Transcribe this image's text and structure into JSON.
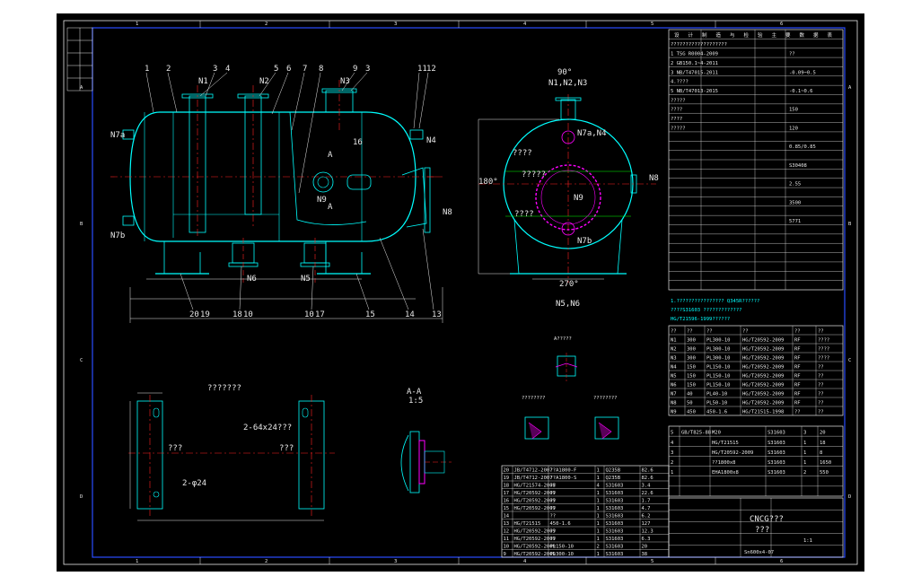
{
  "border": {
    "column_numbers": [
      "1",
      "2",
      "3",
      "4",
      "5",
      "6"
    ],
    "row_letters": [
      "A",
      "B",
      "C",
      "D"
    ]
  },
  "front_view": {
    "parts_top": [
      "1",
      "2",
      "3",
      "4",
      "5",
      "6",
      "7",
      "8",
      "9",
      "3",
      "11",
      "12"
    ],
    "nozzles_top": [
      "N1",
      "N2",
      "N3"
    ],
    "left_labels": [
      "N7a",
      "N7b"
    ],
    "right_labels": [
      "N4",
      "N8"
    ],
    "mid_labels": [
      "16",
      "N9",
      "A",
      "A"
    ],
    "bottom_labels": [
      "N6",
      "N5"
    ],
    "parts_bottom": [
      "20",
      "19",
      "18",
      "10",
      "10",
      "17",
      "15",
      "14",
      "13"
    ]
  },
  "side_view": {
    "top_angle": "90°",
    "top_nozzles": "N1,N2,N3",
    "left_angle": "180°",
    "bottom_angle": "270°",
    "bottom_nozzles": "N5,N6",
    "inner_labels": [
      "N7a,N4",
      "N9",
      "N7b",
      "N8"
    ],
    "question_labels": [
      "????",
      "?????",
      "????"
    ]
  },
  "saddle_view": {
    "title": "???????",
    "hole_note": "2-64x24???",
    "hole_note2": "2-φ24",
    "center_marks": [
      "???",
      "???"
    ]
  },
  "section_aa": {
    "title": "A-A",
    "scale": "1:5"
  },
  "weld_details": {
    "a_title": "A?????",
    "b_title": "????????",
    "c_title": "????????"
  },
  "tech_table": {
    "header": [
      "设",
      "计",
      "制",
      "造",
      "与",
      "检",
      "验",
      "主",
      "要",
      "数",
      "据",
      "表"
    ],
    "rows": [
      "???????????????????",
      "1 TSG R0004-2009",
      "2 GB150.1~4-2011",
      "3 NB/T47015-2011",
      "4.????",
      "5 NB/T47013-2015",
      "?????",
      "????",
      "????",
      "?????"
    ],
    "values": [
      "??",
      "-0.09~0.5",
      "-0.1~0.6",
      "150",
      "120",
      "0.85/0.85",
      "S30408",
      "2.55",
      "3500",
      "5771"
    ]
  },
  "notes": {
    "line1": "1.???????????????? Q345R??????",
    "line2": "????S31603 ?????????????",
    "line3": "HG/T21596-1999??????"
  },
  "nozzle_table": {
    "header": [
      "??",
      "??",
      "??",
      "??",
      "??",
      "??"
    ],
    "rows": [
      [
        "N1",
        "300",
        "PL300-10",
        "HG/T20592-2009",
        "RF",
        "????"
      ],
      [
        "N2",
        "300",
        "PL300-10",
        "HG/T20592-2009",
        "RF",
        "????"
      ],
      [
        "N3",
        "300",
        "PL300-10",
        "HG/T20592-2009",
        "RF",
        "????"
      ],
      [
        "N4",
        "150",
        "PL150-10",
        "HG/T20592-2009",
        "RF",
        "??"
      ],
      [
        "N5",
        "150",
        "PL150-10",
        "HG/T20592-2009",
        "RF",
        "??"
      ],
      [
        "N6",
        "150",
        "PL150-10",
        "HG/T20592-2009",
        "RF",
        "??"
      ],
      [
        "N7",
        "40",
        "PL40-10",
        "HG/T20592-2009",
        "RF",
        "??"
      ],
      [
        "N8",
        "50",
        "PL50-10",
        "HG/T20592-2009",
        "RF",
        "??"
      ],
      [
        "N9",
        "450",
        "450-1.6",
        "HG/T21515-1998",
        "??",
        "??"
      ]
    ]
  },
  "bom_right": {
    "rows": [
      [
        "5",
        "GB/T825-88",
        "M20",
        "S31603",
        "3",
        "20"
      ],
      [
        "4",
        "",
        "HG/T21515",
        "S31603",
        "1",
        "18"
      ],
      [
        "3",
        "",
        "HG/T20592-2009",
        "S31603",
        "1",
        "8"
      ],
      [
        "2",
        "",
        "??1800x8",
        "S31603",
        "1",
        "1650"
      ],
      [
        "1",
        "",
        "EHA1800x8",
        "S31603",
        "2",
        "550"
      ]
    ]
  },
  "bom_left": {
    "rows": [
      [
        "20",
        "JB/T4712-2007",
        "??A1800-F",
        "1",
        "Q235B",
        "82.6"
      ],
      [
        "19",
        "JB/T4712-2007",
        "??A1800-S",
        "1",
        "Q235B",
        "82.6"
      ],
      [
        "18",
        "HG/T21574-2008",
        "??",
        "4",
        "S31603",
        "3.4"
      ],
      [
        "17",
        "HG/T20592-2009",
        "??",
        "1",
        "S31603",
        "22.6"
      ],
      [
        "16",
        "HG/T20592-2009",
        "??",
        "1",
        "S31603",
        "1.7"
      ],
      [
        "15",
        "HG/T20592-2009",
        "??",
        "1",
        "S31603",
        "4.7"
      ],
      [
        "14",
        "",
        "??",
        "1",
        "S31603",
        "6.2"
      ],
      [
        "13",
        "HG/T21515",
        "450-1.6",
        "1",
        "S31603",
        "127"
      ],
      [
        "12",
        "HG/T20592-2009",
        "??",
        "1",
        "S31603",
        "12.3"
      ],
      [
        "11",
        "HG/T20592-2009",
        "??",
        "1",
        "S31603",
        "6.3"
      ],
      [
        "10",
        "HG/T20592-2009",
        "PL150-10",
        "2",
        "S31603",
        "20"
      ],
      [
        "9",
        "HG/T20592-2009",
        "PL300-10",
        "1",
        "S31603",
        "38"
      ]
    ]
  },
  "title_block": {
    "name": "CNCG???",
    "sub": "???",
    "code": "Sn600x4-07",
    "scale": "1:1"
  },
  "colors": {
    "background": "#000000",
    "frame": "#ffffff",
    "outline": "#00ffff",
    "center": "#ff2020",
    "dims": "#e8e8e8",
    "hatch": "#ff00ff",
    "blue_border": "#0000ff",
    "green": "#00ff00"
  }
}
